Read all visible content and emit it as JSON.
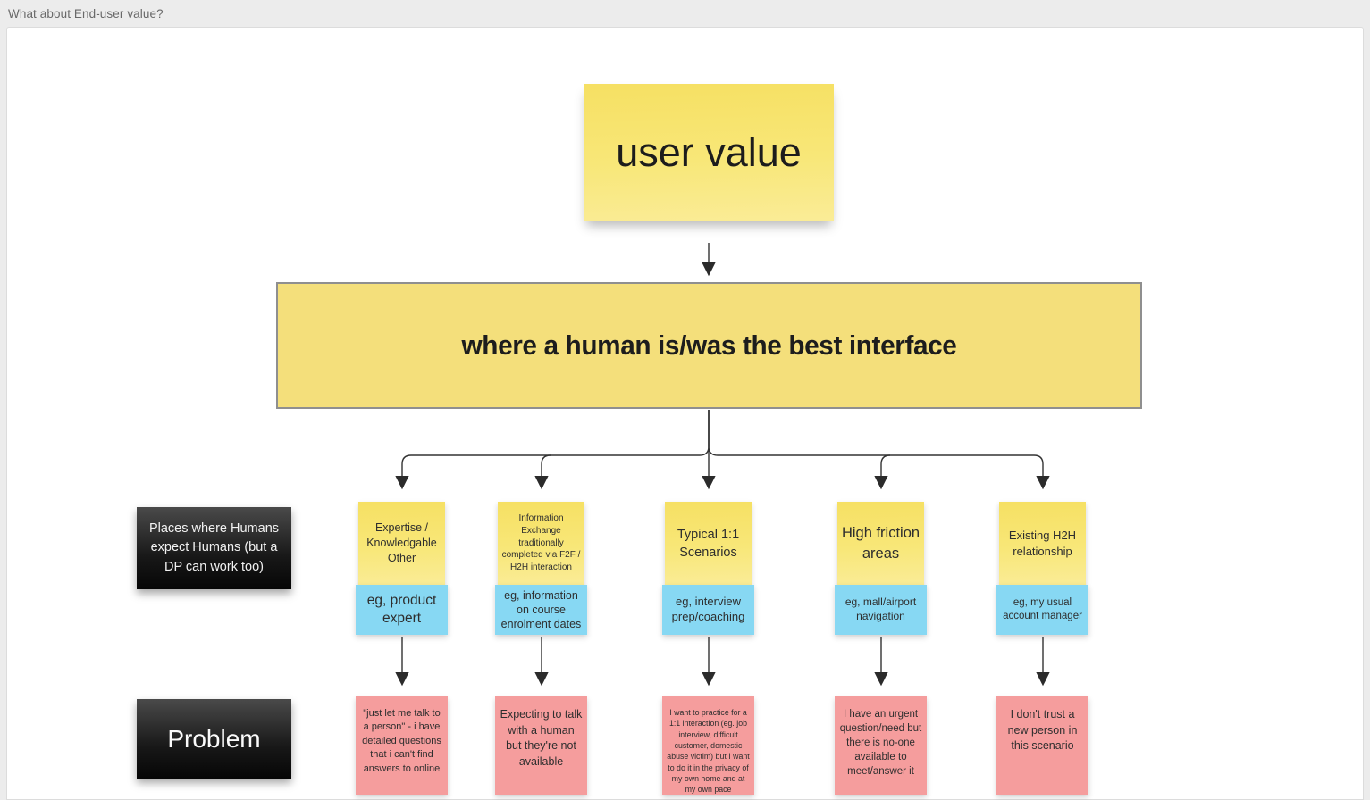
{
  "page": {
    "header_title": "What about End-user value?"
  },
  "colors": {
    "canvas": "#ffffff",
    "page_background": "#ececec",
    "sticky_yellow": "#f7e36b",
    "sticky_blue": "#87d8f3",
    "sticky_pink": "#f59d9d",
    "sticky_black": "#161616",
    "connector": "#333333"
  },
  "diagram": {
    "root": {
      "label": "user value"
    },
    "interface_box": {
      "label": "where a human is/was the best interface"
    },
    "row_labels": {
      "places": "Places where Humans expect Humans (but a DP can work too)",
      "problem": "Problem"
    },
    "columns": [
      {
        "category": "Expertise / Knowledgable Other",
        "example": "eg, product expert",
        "problem": "\"just let me talk to a person\" - i have detailed questions that i can't find answers to online"
      },
      {
        "category": "Information Exchange traditionally completed via F2F / H2H interaction",
        "example": "eg, information on course enrolment dates",
        "problem": "Expecting to talk with a human but they're not available"
      },
      {
        "category": "Typical 1:1 Scenarios",
        "example": "eg, interview prep/coaching",
        "problem": "I want to practice for a 1:1 interaction (eg. job interview, difficult customer, domestic abuse victim) but I want to do it in the privacy of my own home and at my own pace"
      },
      {
        "category": "High friction areas",
        "example": "eg, mall/airport navigation",
        "problem": "I have an urgent question/need but there is no-one available to meet/answer it"
      },
      {
        "category": "Existing H2H relationship",
        "example": "eg, my usual account manager",
        "problem": "I don't trust a new person in this scenario"
      }
    ]
  }
}
